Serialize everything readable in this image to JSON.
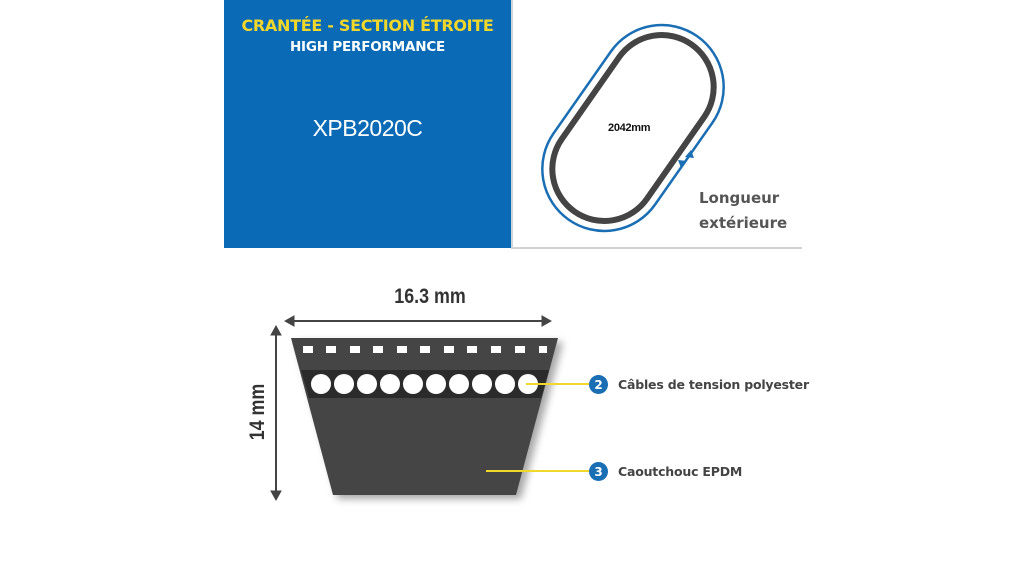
{
  "header": {
    "category_line": "CRANTÉE - SECTION ÉTROITE",
    "subtitle": "HIGH PERFORMANCE",
    "product_code": "XPB2020C"
  },
  "length_panel": {
    "length_value": "2042mm",
    "label_line1": "Longueur",
    "label_line2": "extérieure"
  },
  "cross_section": {
    "width_label": "16.3 mm",
    "height_label": "14 mm",
    "callouts": [
      {
        "number": "2",
        "label": "Câbles de tension polyester"
      },
      {
        "number": "3",
        "label": "Caoutchouc EPDM"
      }
    ]
  },
  "colors": {
    "brand_blue": "#0b6ab5",
    "accent_yellow": "#f1d72a",
    "belt_dark": "#3a3a3a",
    "outline_blue": "#1a6eb3"
  }
}
